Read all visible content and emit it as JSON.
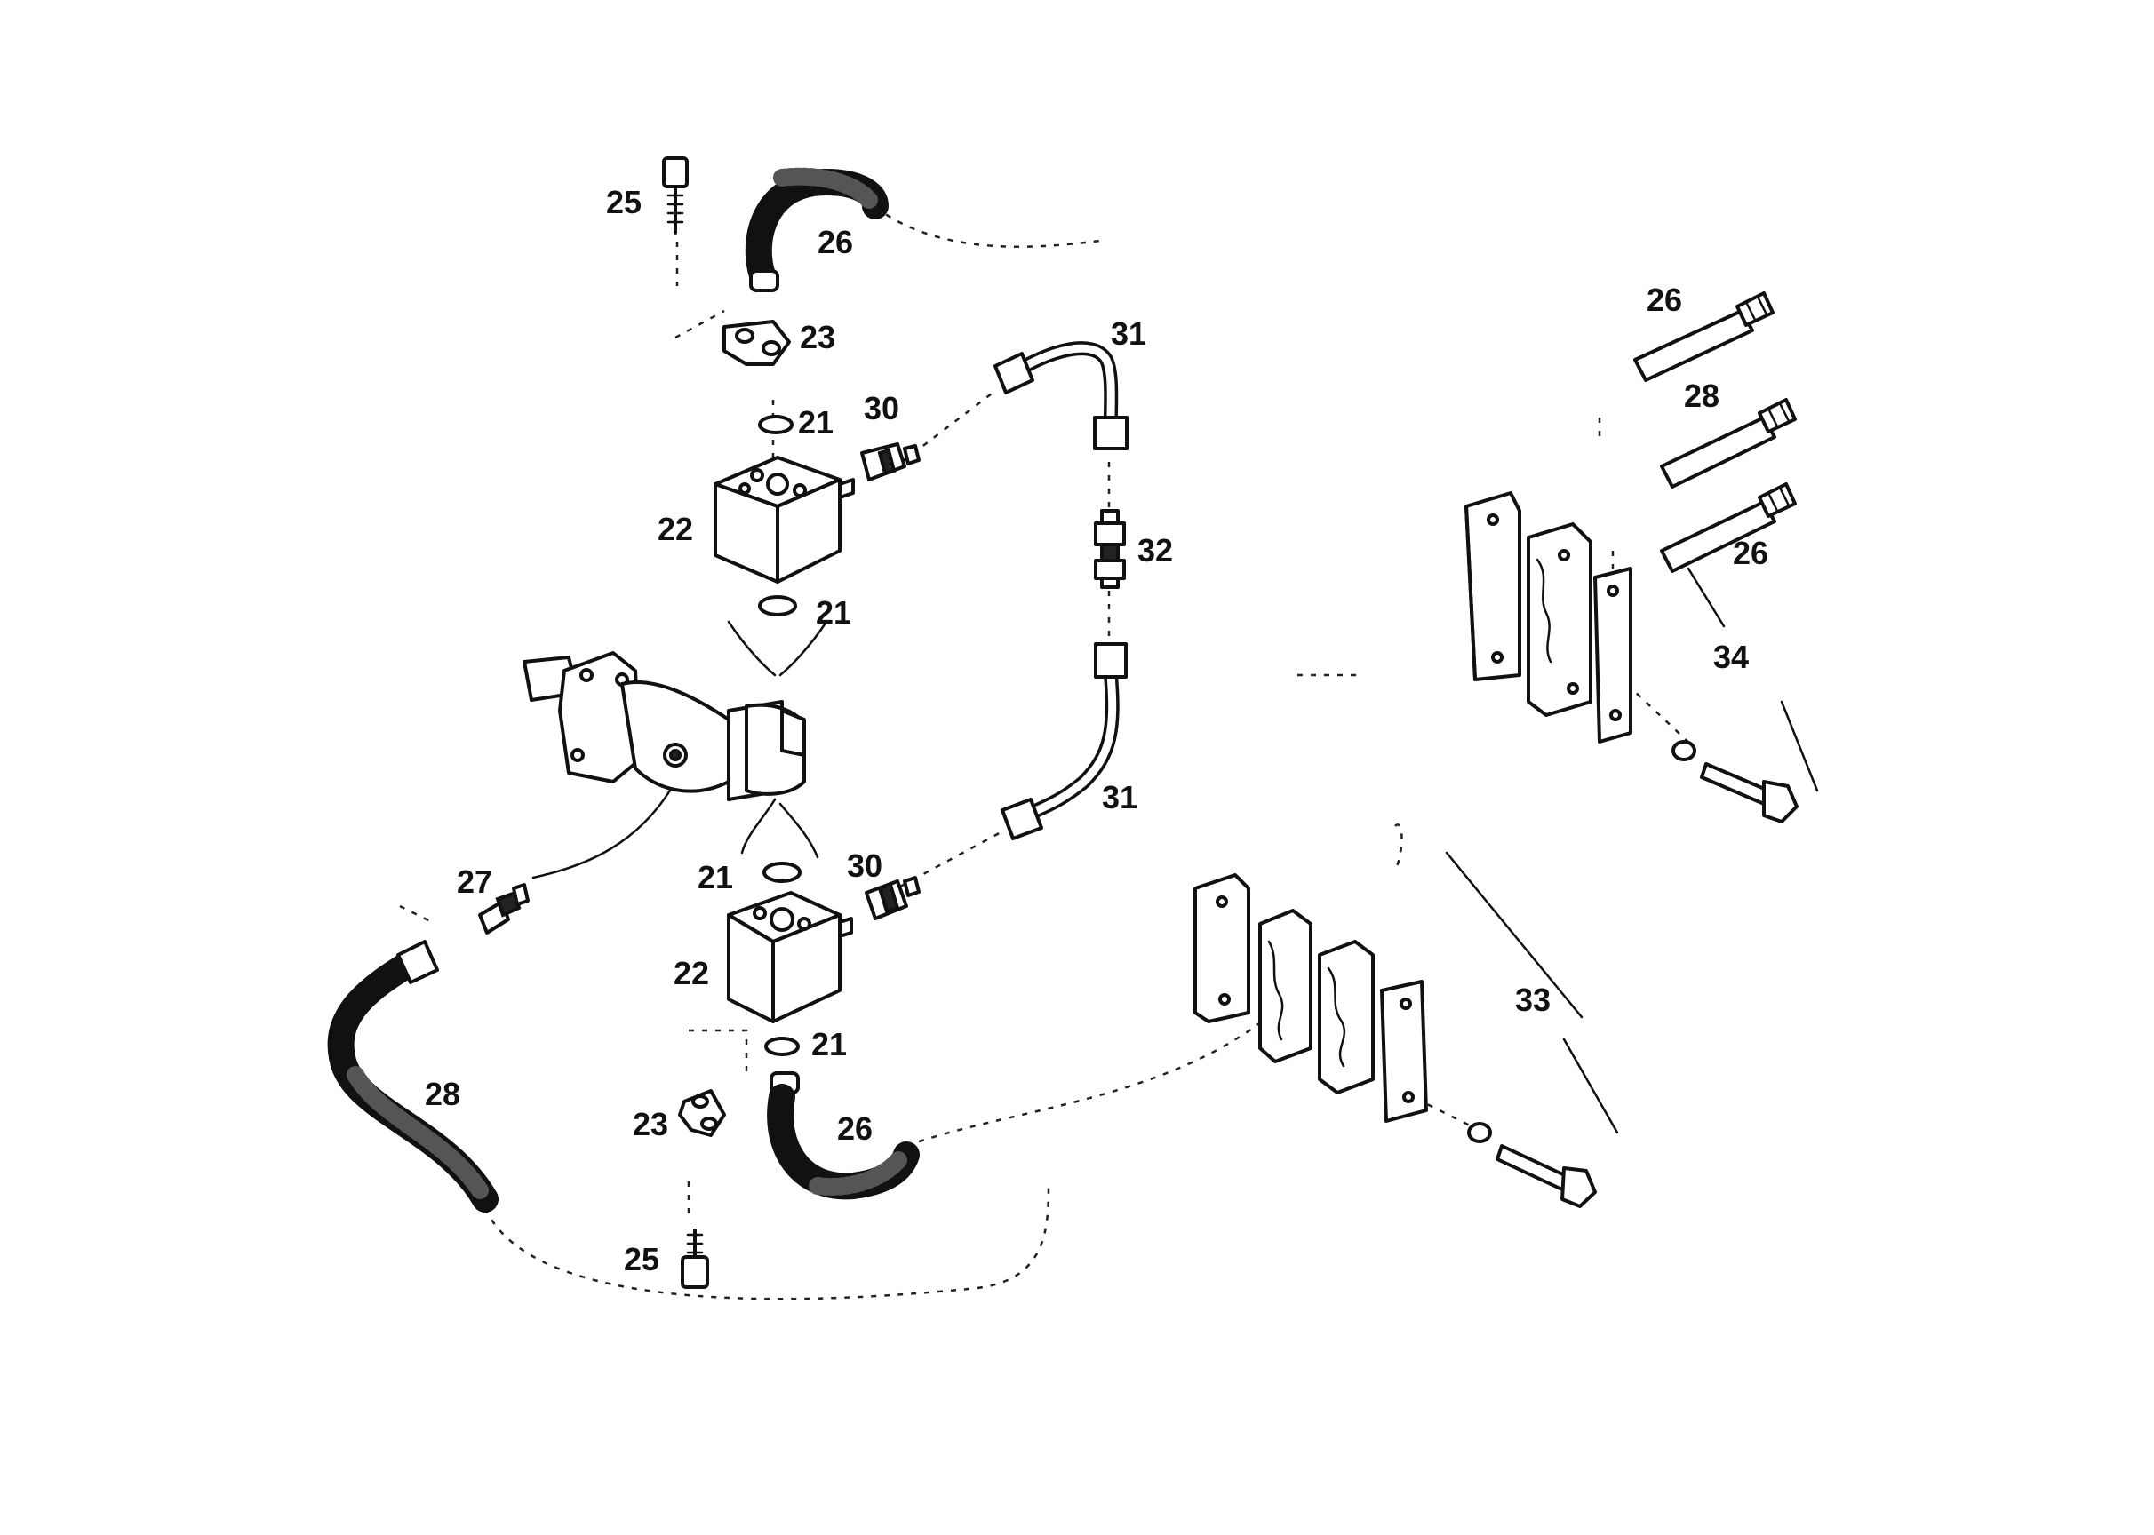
{
  "diagram": {
    "callouts": [
      {
        "id": "c-25-top",
        "text": "25"
      },
      {
        "id": "c-26-top",
        "text": "26"
      },
      {
        "id": "c-23-top",
        "text": "23"
      },
      {
        "id": "c-31-top",
        "text": "31"
      },
      {
        "id": "c-21-a",
        "text": "21"
      },
      {
        "id": "c-30-top",
        "text": "30"
      },
      {
        "id": "c-22-top",
        "text": "22"
      },
      {
        "id": "c-32",
        "text": "32"
      },
      {
        "id": "c-21-b",
        "text": "21"
      },
      {
        "id": "c-31-bottom",
        "text": "31"
      },
      {
        "id": "c-27",
        "text": "27"
      },
      {
        "id": "c-21-c",
        "text": "21"
      },
      {
        "id": "c-30-bottom",
        "text": "30"
      },
      {
        "id": "c-22-bottom",
        "text": "22"
      },
      {
        "id": "c-21-d",
        "text": "21"
      },
      {
        "id": "c-28-hose",
        "text": "28"
      },
      {
        "id": "c-23-bottom",
        "text": "23"
      },
      {
        "id": "c-26-bottom",
        "text": "26"
      },
      {
        "id": "c-25-bottom",
        "text": "25"
      },
      {
        "id": "c-26-right-a",
        "text": "26"
      },
      {
        "id": "c-28-right",
        "text": "28"
      },
      {
        "id": "c-26-right-b",
        "text": "26"
      },
      {
        "id": "c-34",
        "text": "34"
      },
      {
        "id": "c-33",
        "text": "33"
      }
    ]
  }
}
